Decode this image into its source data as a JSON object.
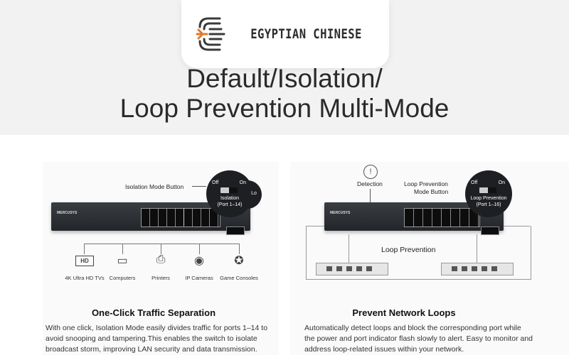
{
  "brand": {
    "name": "EGYPTIAN CHINESE"
  },
  "headline": {
    "line1": "Default/Isolation/",
    "line2": "Loop Prevention Multi-Mode"
  },
  "left": {
    "callout_label": "Isolation Mode Button",
    "switch": {
      "off": "Off",
      "on": "On",
      "mode": "Isolation",
      "ports": "(Port 1–14)",
      "lo": "Lo"
    },
    "switch_brand": "MERCUSYS",
    "devices": [
      {
        "icon": "tv-icon",
        "glyph": "HD",
        "label": "4K Ultra HD TVs"
      },
      {
        "icon": "computer-icon",
        "glyph": "▭",
        "label": "Computers"
      },
      {
        "icon": "printer-icon",
        "glyph": "⎙",
        "label": "Printers"
      },
      {
        "icon": "camera-icon",
        "glyph": "◉",
        "label": "IP Cameras"
      },
      {
        "icon": "gamepad-icon",
        "glyph": "✪",
        "label": "Game Consoles"
      }
    ],
    "title": "One-Click Traffic Separation",
    "text": [
      "With one click, Isolation Mode easily divides traffic for ports 1–14 to",
      "avoid snooping and tampering.This enables the switch to isolate",
      "broadcast storm, improving LAN security and data transmission."
    ]
  },
  "right": {
    "detection_label": "Detection",
    "callout_label_1": "Loop Prevention",
    "callout_label_2": "Mode Button",
    "switch": {
      "off": "Off",
      "on": "On",
      "mode": "Loop Prevention",
      "ports": "(Port 1–16)"
    },
    "switch_brand": "MERCUSYS",
    "loop_label": "Loop Prevention",
    "title": "Prevent Network Loops",
    "text": [
      "Automatically detect loops and block the corresponding port while",
      "the power and port indicator flash slowly to alert. Easy to monitor and",
      "address loop-related issues within your network."
    ]
  }
}
